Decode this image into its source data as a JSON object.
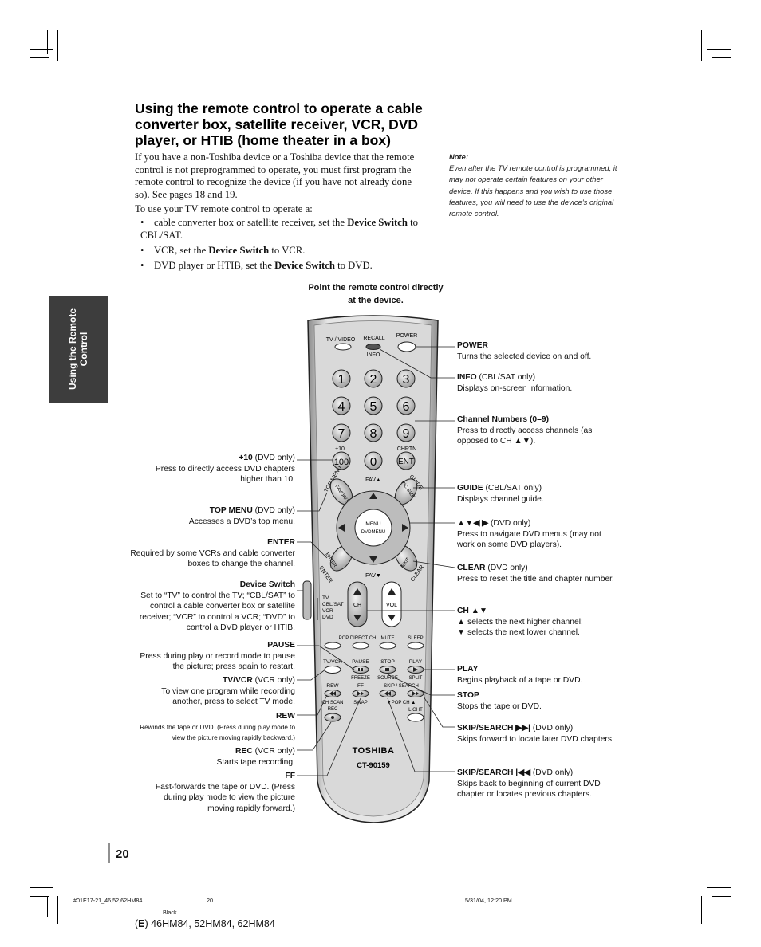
{
  "side_tab": "Using the Remote Control",
  "title": "Using the remote control to operate a cable converter box, satellite receiver, VCR, DVD player, or HTIB (home theater in a box)",
  "intro_paragraph": "If you have a non-Toshiba device or a Toshiba device that the remote control is not preprogrammed to operate, you must first program the remote control to recognize the device (if you have not already done so). See pages 18 and 19.",
  "to_use": "To use your TV remote control to operate a:",
  "bullets": [
    {
      "pre": "cable converter box or satellite receiver, set the ",
      "bold": "Device Switch",
      "post": " to CBL/SAT."
    },
    {
      "pre": "VCR, set the ",
      "bold": "Device Switch",
      "post": " to VCR."
    },
    {
      "pre": "DVD player or HTIB, set the ",
      "bold": "Device Switch",
      "post": " to DVD."
    }
  ],
  "note": {
    "heading": "Note:",
    "text": "Even after the TV remote control is programmed, it may not operate certain features on your other device. If this happens and you wish to use those features, you will need to use the device’s original remote control."
  },
  "pointer_text": "Point the remote control directly at the device.",
  "left_labels": {
    "plus10": {
      "name": "+10",
      "qual": " (DVD only)",
      "desc": "Press to directly access DVD chapters higher than 10."
    },
    "top_menu": {
      "name": "TOP MENU",
      "qual": " (DVD only)",
      "desc": "Accesses a DVD’s top menu."
    },
    "enter": {
      "name": "ENTER",
      "qual": "",
      "desc": "Required by some VCRs and cable converter boxes to change the channel."
    },
    "device_switch": {
      "name": "Device Switch",
      "qual": "",
      "desc": "Set to “TV” to control the TV; “CBL/SAT” to control a cable converter box or satellite receiver; “VCR” to control a VCR; “DVD” to control a DVD player or HTIB."
    },
    "pause": {
      "name": "PAUSE",
      "qual": "",
      "desc": "Press during play or record mode to pause the picture; press again to restart."
    },
    "tvvcr": {
      "name": "TV/VCR",
      "qual": " (VCR only)",
      "desc": "To view one program while recording another, press to select TV mode."
    },
    "rew": {
      "name": "REW",
      "qual": "",
      "desc": "Rewinds the tape or DVD. (Press during play mode to view the picture moving rapidly backward.)"
    },
    "rec": {
      "name": "REC",
      "qual": " (VCR only)",
      "desc": "Starts tape recording."
    },
    "ff": {
      "name": "FF",
      "qual": "",
      "desc": "Fast-forwards the tape or DVD. (Press during play mode to view the picture moving rapidly forward.)"
    }
  },
  "right_labels": {
    "power": {
      "name": "POWER",
      "qual": "",
      "desc": "Turns the selected device on and off."
    },
    "info": {
      "name": "INFO",
      "qual": " (CBL/SAT only)",
      "desc": "Displays on-screen information."
    },
    "channel_numbers": {
      "name": "Channel Numbers (0–9)",
      "qual": "",
      "desc": "Press to directly access channels (as opposed to CH ▲▼)."
    },
    "guide": {
      "name": "GUIDE",
      "qual": " (CBL/SAT only)",
      "desc": "Displays channel guide."
    },
    "arrows": {
      "name": "▲▼◀ ▶",
      "qual": " (DVD only)",
      "desc": "Press to navigate DVD menus (may not work on some DVD players)."
    },
    "clear": {
      "name": "CLEAR",
      "qual": " (DVD only)",
      "desc": "Press to reset the title and chapter number."
    },
    "ch": {
      "name": "CH ▲▼",
      "qual": "",
      "desc1": "▲ selects the next higher channel;",
      "desc2": "▼ selects the next lower channel."
    },
    "play": {
      "name": "PLAY",
      "qual": "",
      "desc": "Begins playback of a tape or DVD."
    },
    "stop": {
      "name": "STOP",
      "qual": "",
      "desc": "Stops the tape or DVD."
    },
    "skip_fwd": {
      "name": "SKIP/SEARCH ▶▶|",
      "qual": " (DVD only)",
      "desc": "Skips forward to locate later DVD chapters."
    },
    "skip_back": {
      "name": "SKIP/SEARCH |◀◀",
      "qual": " (DVD only)",
      "desc": "Skips back to beginning of current DVD chapter or locates previous chapters."
    }
  },
  "remote": {
    "tv_video": "TV / VIDEO",
    "recall": "RECALL",
    "info": "INFO",
    "power": "POWER",
    "digits": [
      "1",
      "2",
      "3",
      "4",
      "5",
      "6",
      "7",
      "8",
      "9"
    ],
    "plus10_label": "+10",
    "chrtn": "CHRTN",
    "plus10_btn": "100",
    "zero": "0",
    "ent": "ENT",
    "top_menu": "TOP MENU",
    "favorite": "FAVORITE",
    "fav_up": "FAV▲",
    "guide": "GUIDE",
    "pic_size": "PIC SIZE",
    "menu": "MENU",
    "dvdmenu": "DVDMENU",
    "enter": "ENTER",
    "exit": "EXIT",
    "fav_down": "FAV▼",
    "clear": "CLEAR",
    "switch_positions": [
      "TV",
      "CBL/SAT",
      "VCR",
      "DVD"
    ],
    "ch": "CH",
    "vol": "VOL",
    "pop_direct_ch": "POP DIRECT CH",
    "mute": "MUTE",
    "sleep": "SLEEP",
    "tvvcr": "TV/VCR",
    "pause": "PAUSE",
    "stop": "STOP",
    "play": "PLAY",
    "freeze": "FREEZE",
    "source": "SOURCE",
    "split": "SPLIT",
    "rew": "REW",
    "ff": "FF",
    "skip_search": "SKIP / SEARCH",
    "ch_scan": "CH SCAN",
    "swap": "SWAP",
    "pop_ch": "▼POP CH ▲",
    "rec": "REC",
    "light": "LIGHT",
    "brand": "TOSHIBA",
    "model": "CT-90159"
  },
  "page_number": "20",
  "footer": {
    "file": "#01E17-21_46,52,62HM84",
    "page": "20",
    "date": "5/31/04, 12:20 PM",
    "color": "Black",
    "model_prefix": "E",
    "models": " 46HM84, 52HM84, 62HM84"
  }
}
